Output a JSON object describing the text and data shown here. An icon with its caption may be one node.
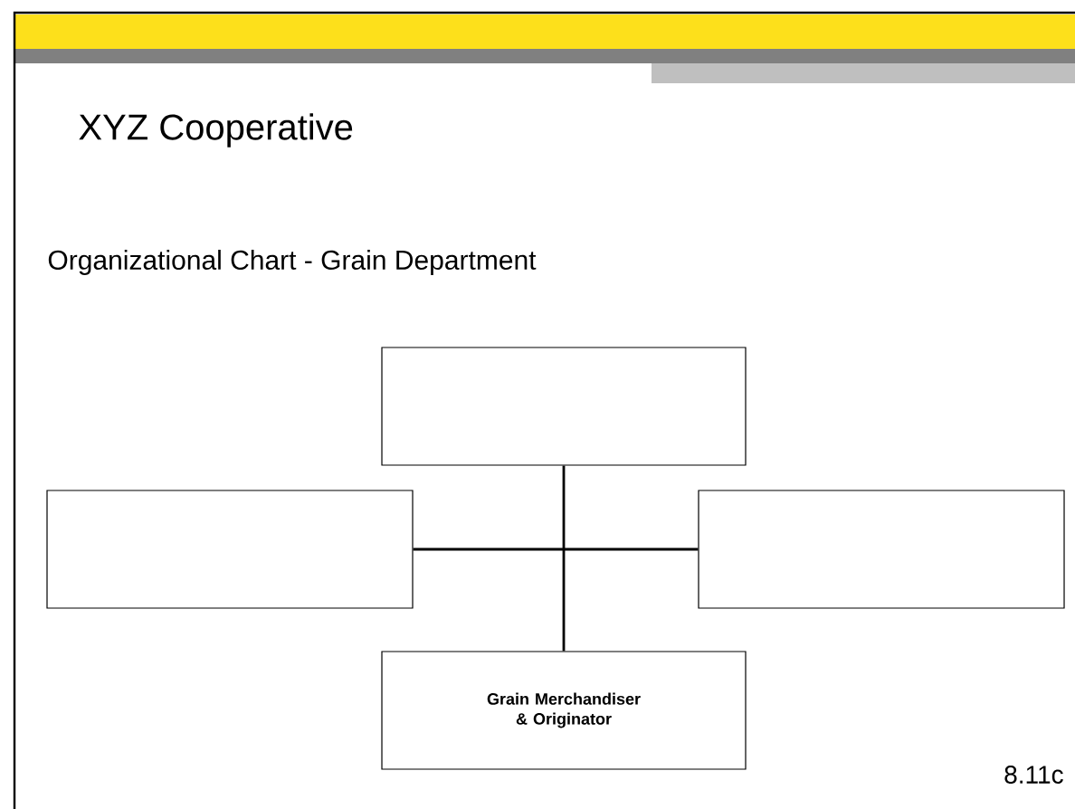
{
  "diagram": {
    "title": "XYZ Cooperative",
    "nodes": [
      {
        "text": [],
        "shape": "box"
      },
      {
        "text": [],
        "shape": "box"
      },
      {
        "text": [],
        "shape": "box"
      },
      {
        "text": [
          "Grain Merchandiser & Originator"
        ]
      }
    ],
    "edges": [
      {
        "from": 0,
        "to": 3,
        "arrow": "none"
      },
      {
        "from": 1,
        "to": 2,
        "arrow": "none"
      }
    ],
    "labels": [
      "Organizational Chart - Grain Department",
      "8.11c"
    ]
  }
}
